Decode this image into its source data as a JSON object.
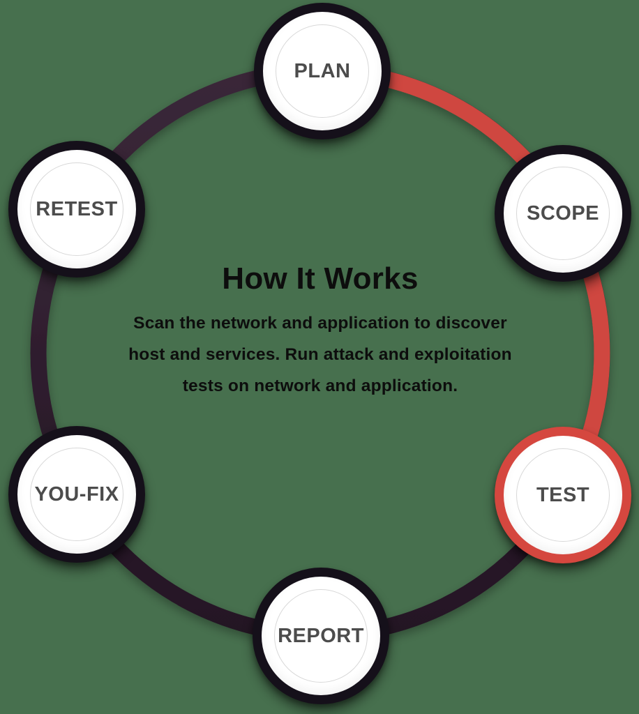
{
  "title": "How It Works",
  "description": "Scan the network and application to discover host and services. Run attack and exploitation tests on network and application.",
  "nodes": [
    {
      "label": "PLAN",
      "active": false
    },
    {
      "label": "SCOPE",
      "active": false
    },
    {
      "label": "TEST",
      "active": true
    },
    {
      "label": "REPORT",
      "active": false
    },
    {
      "label": "YOU-FIX",
      "active": false
    },
    {
      "label": "RETEST",
      "active": false
    }
  ],
  "colors": {
    "background": "#47704e",
    "ring_dark_top": "#3a2739",
    "ring_dark_bottom": "#241624",
    "ring_red": "#cf463f",
    "node_border": "#15101a",
    "node_border_active": "#d5473f",
    "node_fill": "#ffffff",
    "inner_ring": "#d8d8d8",
    "label": "#4c4c4c",
    "text": "#0d0d0d"
  }
}
